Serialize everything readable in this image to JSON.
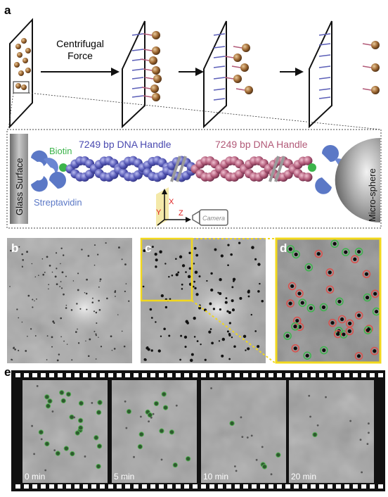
{
  "panel_labels": {
    "a": "a",
    "b": "b",
    "c": "c",
    "d": "d",
    "e": "e"
  },
  "panel_a": {
    "force_label_line1": "Centrifugal",
    "force_label_line2": "Force"
  },
  "schematic": {
    "glass_surface": "Glass Surface",
    "biotin": "Biotin",
    "streptavidin": "Streptavidin",
    "handle_left": "7249 bp DNA Handle",
    "handle_right": "7249 bp DNA Handle",
    "microsphere": "Micro-sphere",
    "axis_x": "X",
    "axis_y": "Y",
    "axis_z": "Z",
    "camera": "Camera"
  },
  "filmstrip": {
    "frames": [
      {
        "time": "0 min"
      },
      {
        "time": "5 min"
      },
      {
        "time": "10 min"
      },
      {
        "time": "20 min"
      }
    ]
  },
  "colors": {
    "blue_dna": "#5c5fb8",
    "pink_dna": "#b25a78",
    "bead": "#8a5a2b",
    "biotin": "#3cb44b",
    "streptavidin": "#5b78c6",
    "highlight": "#f2d81c",
    "marker_green": "#3fb34f",
    "marker_red": "#d9534f"
  }
}
